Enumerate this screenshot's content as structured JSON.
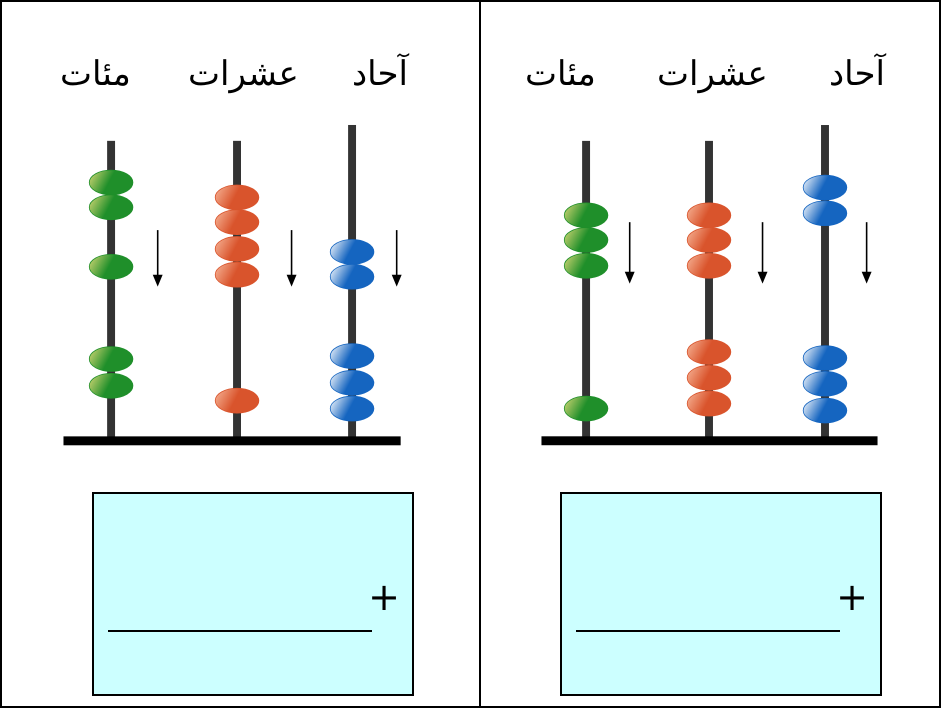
{
  "colors": {
    "rod": "#333333",
    "base": "#000000",
    "answer_box_fill": "#ccffff",
    "hundreds_bead": "#1f8f2a",
    "hundreds_bead_highlight": "#d9d977",
    "tens_bead": "#d9542c",
    "tens_bead_highlight": "#f7b79a",
    "ones_bead": "#1565c0",
    "ones_bead_highlight": "#ffffff"
  },
  "icons": {
    "arrow": "down-arrow-icon"
  },
  "panels": [
    {
      "labels": {
        "hundreds": "مئات",
        "tens": "عشرات",
        "ones": "آحاد"
      },
      "plus": "+",
      "hundreds": {
        "upper_beads": 3,
        "lower_beads": 2
      },
      "tens": {
        "upper_beads": 4,
        "lower_beads": 1
      },
      "ones": {
        "upper_beads": 2,
        "lower_beads": 3
      }
    },
    {
      "labels": {
        "hundreds": "مئات",
        "tens": "عشرات",
        "ones": "آحاد"
      },
      "plus": "+",
      "hundreds": {
        "upper_beads": 3,
        "lower_beads": 1
      },
      "tens": {
        "upper_beads": 3,
        "lower_beads": 3
      },
      "ones": {
        "upper_beads": 2,
        "lower_beads": 3
      }
    }
  ]
}
